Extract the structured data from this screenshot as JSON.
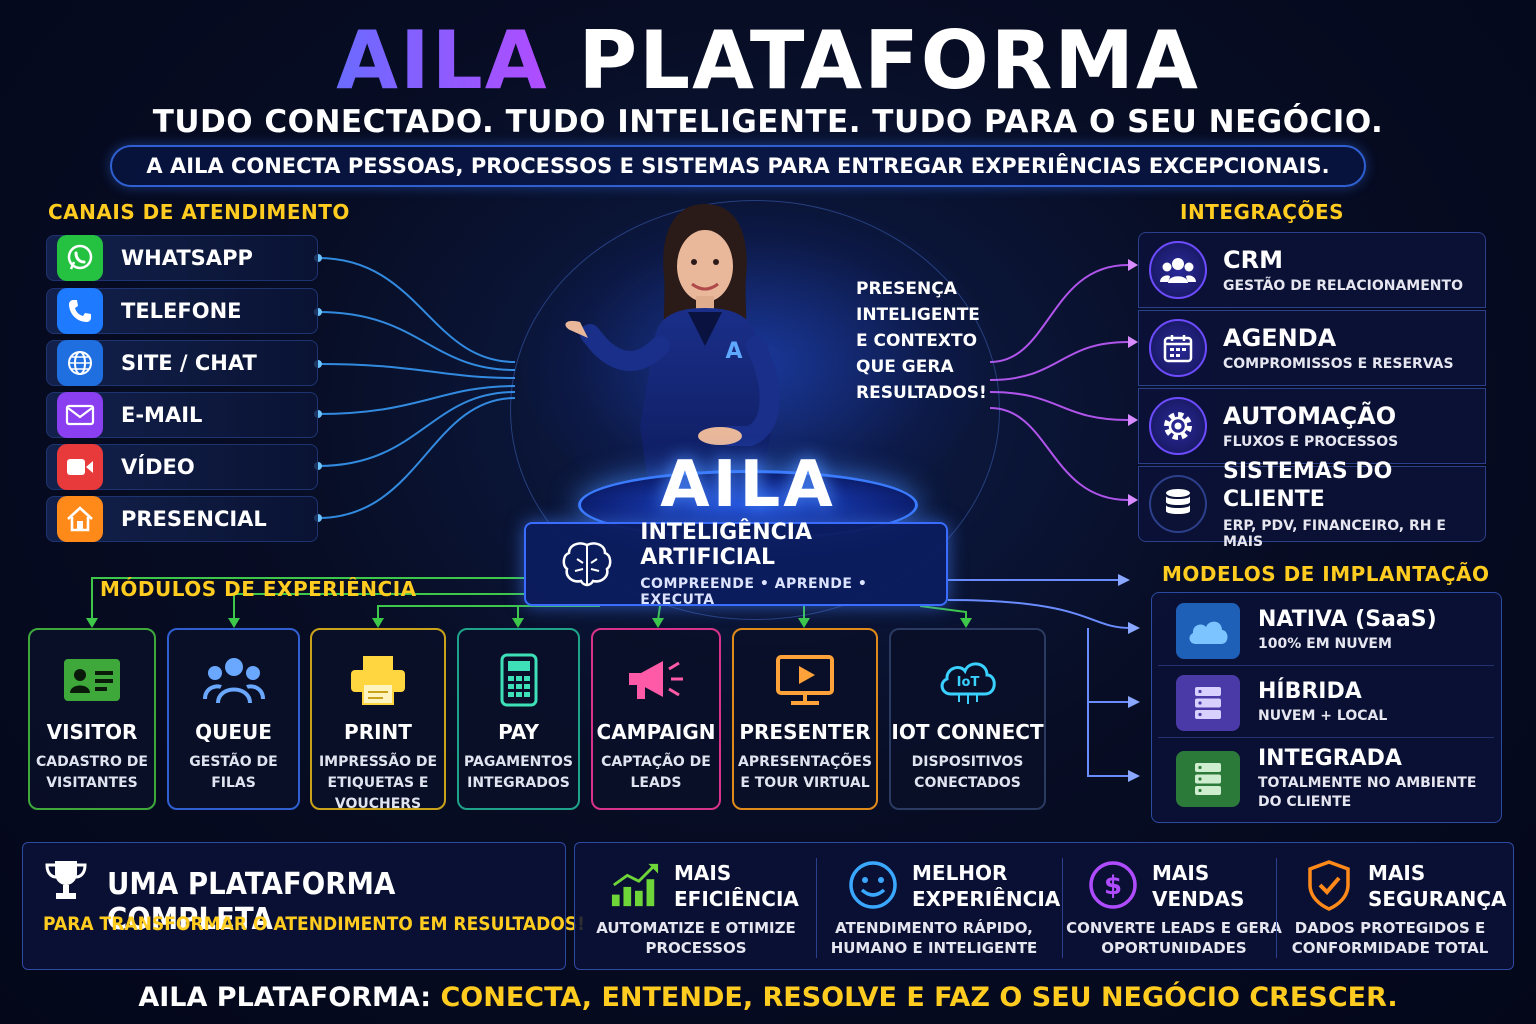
{
  "header": {
    "title_part1": "AILA",
    "title_part2": " PLATAFORMA",
    "subtitle": "TUDO CONECTADO. TUDO INTELIGENTE. TUDO PARA O SEU NEGÓCIO.",
    "tagline": "A AILA CONECTA PESSOAS, PROCESSOS E SISTEMAS PARA ENTREGAR EXPERIÊNCIAS EXCEPCIONAIS."
  },
  "channels": {
    "title": "CANAIS DE ATENDIMENTO",
    "items": [
      {
        "label": "WHATSAPP",
        "icon": "whatsapp-icon",
        "color": "#25c241"
      },
      {
        "label": "TELEFONE",
        "icon": "phone-icon",
        "color": "#1e7bff"
      },
      {
        "label": "SITE / CHAT",
        "icon": "globe-icon",
        "color": "#1f6fe0"
      },
      {
        "label": "E-MAIL",
        "icon": "mail-icon",
        "color": "#8a3ff0"
      },
      {
        "label": "VÍDEO",
        "icon": "video-icon",
        "color": "#e83a3a"
      },
      {
        "label": "PRESENCIAL",
        "icon": "home-icon",
        "color": "#ff8a1a"
      }
    ]
  },
  "center": {
    "quote": "PRESENÇA INTELIGENTE E CONTEXTO QUE GERA RESULTADOS!",
    "name": "AILA",
    "badge_letter": "A",
    "ai_title": "INTELIGÊNCIA ARTIFICIAL",
    "ai_subtitle": "COMPREENDE • APRENDE • EXECUTA"
  },
  "integrations": {
    "title": "INTEGRAÇÕES",
    "items": [
      {
        "title": "CRM",
        "desc": "GESTÃO DE RELACIONAMENTO",
        "icon": "users-icon"
      },
      {
        "title": "AGENDA",
        "desc": "COMPROMISSOS E RESERVAS",
        "icon": "calendar-icon"
      },
      {
        "title": "AUTOMAÇÃO",
        "desc": "FLUXOS E PROCESSOS",
        "icon": "gear-icon"
      },
      {
        "title": "SISTEMAS DO CLIENTE",
        "desc": "ERP, PDV, FINANCEIRO, RH E MAIS",
        "icon": "database-icon"
      }
    ]
  },
  "deployment": {
    "title": "MODELOS DE IMPLANTAÇÃO",
    "items": [
      {
        "title": "NATIVA (SaaS)",
        "desc": "100% EM NUVEM",
        "icon": "cloud-icon",
        "color": "#1e5fb8"
      },
      {
        "title": "HÍBRIDA",
        "desc": "NUVEM + LOCAL",
        "icon": "server-icon",
        "color": "#4a3aa8"
      },
      {
        "title": "INTEGRADA",
        "desc": "TOTALMENTE NO AMBIENTE DO CLIENTE",
        "icon": "server-stack-icon",
        "color": "#2c7a3a"
      }
    ]
  },
  "modules": {
    "title": "MÓDULOS DE EXPERIÊNCIA",
    "items": [
      {
        "title": "VISITOR",
        "desc": "CADASTRO DE VISITANTES",
        "icon": "id-card-icon",
        "color": "#3ea83a"
      },
      {
        "title": "QUEUE",
        "desc": "GESTÃO DE FILAS",
        "icon": "group-icon",
        "color": "#2f5fd0"
      },
      {
        "title": "PRINT",
        "desc": "IMPRESSÃO DE ETIQUETAS E VOUCHERS",
        "icon": "printer-icon",
        "color": "#c9a21a"
      },
      {
        "title": "PAY",
        "desc": "PAGAMENTOS INTEGRADOS",
        "icon": "calculator-icon",
        "color": "#1ea38a"
      },
      {
        "title": "CAMPAIGN",
        "desc": "CAPTAÇÃO DE LEADS",
        "icon": "megaphone-icon",
        "color": "#d8338a"
      },
      {
        "title": "PRESENTER",
        "desc": "APRESENTAÇÕES E TOUR VIRTUAL",
        "icon": "monitor-play-icon",
        "color": "#e08a1a"
      },
      {
        "title": "IOT CONNECT",
        "desc": "DISPOSITIVOS CONECTADOS",
        "icon": "iot-cloud-icon",
        "color": "#2a3a60"
      }
    ]
  },
  "complete": {
    "title": "UMA PLATAFORMA COMPLETA",
    "subtitle": "PARA TRANSFORMAR O ATENDIMENTO EM RESULTADOS!"
  },
  "benefits": [
    {
      "title": "MAIS EFICIÊNCIA",
      "desc": "AUTOMATIZE E OTIMIZE PROCESSOS",
      "icon": "growth-chart-icon",
      "color": "#6fd63a"
    },
    {
      "title": "MELHOR EXPERIÊNCIA",
      "desc": "ATENDIMENTO RÁPIDO, HUMANO E INTELIGENTE",
      "icon": "smile-icon",
      "color": "#3aa8ff"
    },
    {
      "title": "MAIS VENDAS",
      "desc": "CONVERTE LEADS E GERA OPORTUNIDADES",
      "icon": "dollar-icon",
      "color": "#b04cff"
    },
    {
      "title": "MAIS SEGURANÇA",
      "desc": "DADOS PROTEGIDOS E CONFORMIDADE TOTAL",
      "icon": "shield-check-icon",
      "color": "#ff8a1a"
    }
  ],
  "footer": {
    "lead": "AILA PLATAFORMA:",
    "highlight": " CONECTA, ENTENDE, RESOLVE E FAZ O SEU NEGÓCIO CRESCER."
  }
}
